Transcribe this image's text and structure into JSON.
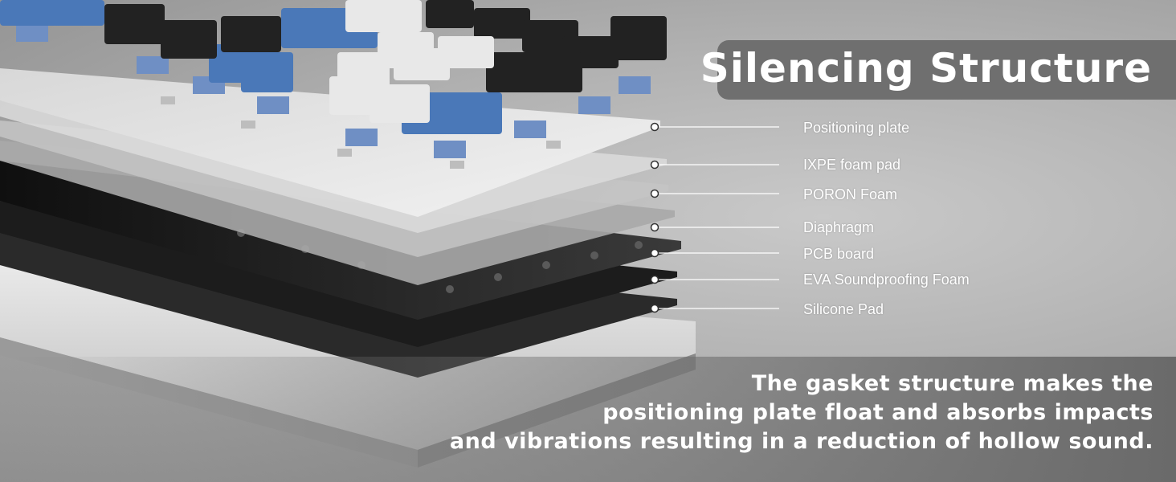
{
  "title": "Silencing Structure",
  "layers": [
    "Positioning plate",
    "IXPE foam pad",
    "PORON Foam",
    "Diaphragm",
    "PCB board",
    "EVA Soundproofing Foam",
    "Silicone Pad"
  ],
  "caption_lines": [
    "The gasket structure makes the",
    "positioning plate float and absorbs impacts",
    "and vibrations resulting in a reduction of hollow sound."
  ],
  "colors": {
    "title_box": "#6f6f6f",
    "text": "#ffffff",
    "keycap_blue": "#4a78b8",
    "keycap_black": "#222222",
    "keycap_white": "#e8e8e8"
  }
}
